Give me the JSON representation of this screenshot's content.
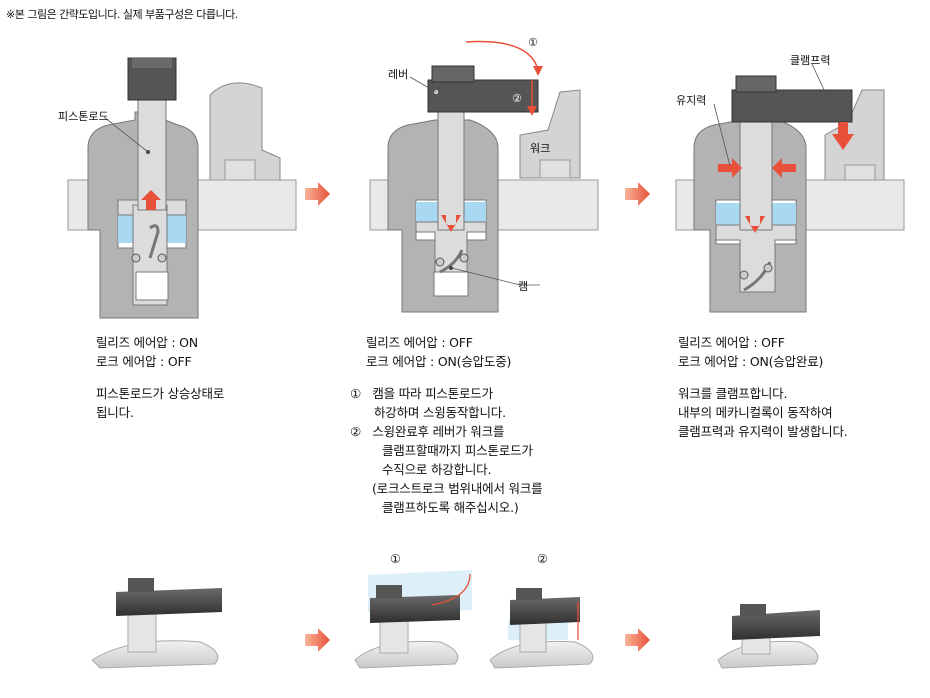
{
  "note": "※본 그림은 간략도입니다. 실제 부품구성은 다릅니다.",
  "labels": {
    "piston_rod": "피스톤로드",
    "lever": "레버",
    "work": "워크",
    "cam": "캠",
    "clamp_force": "클램프력",
    "holding_force": "유지력",
    "step1": "①",
    "step2": "②"
  },
  "panel1": {
    "lines": [
      "릴리즈 에어압 : ON",
      "로크 에어압 : OFF"
    ],
    "desc": [
      "피스톤로드가 상승상태로",
      "됩니다."
    ]
  },
  "panel2": {
    "lines": [
      "릴리즈 에어압 : OFF",
      "로크 에어압 : ON(승압도중)"
    ],
    "step1_mark": "①",
    "step1": [
      "캠을 따라 피스톤로드가",
      "하강하며 스윙동작합니다."
    ],
    "step2_mark": "②",
    "step2": [
      "스윙완료후 레버가 워크를",
      "클램프할때까지 피스톤로드가",
      "수직으로 하강합니다.",
      "(로크스트로크 범위내에서 워크를",
      "클램프하도록 해주십시오.)"
    ]
  },
  "panel3": {
    "lines": [
      "릴리즈 에어압 : OFF",
      "로크 에어압 : ON(승압완료)"
    ],
    "desc": [
      "워크를 클램프합니다.",
      "내부의 메카니컬록이 동작하여",
      "클램프력과 유지력이 발생합니다."
    ]
  },
  "colors": {
    "body": "#b3b3b3",
    "dark": "#4a4a4a",
    "air": "#a9d8f2",
    "arrow": "#e8503a",
    "rod": "#dcdcdc"
  }
}
